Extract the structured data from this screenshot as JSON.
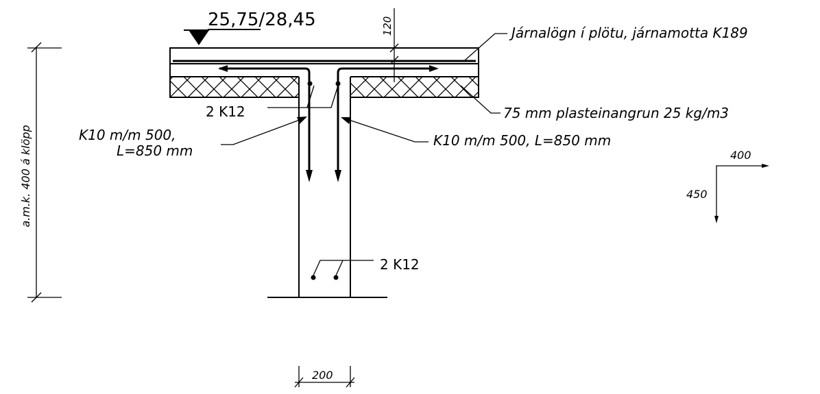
{
  "labels": {
    "elevation": "25,75/28,45",
    "slab_thickness": "120",
    "slab_reinforcement": "Járnalögn í plötu, járnamotta K189",
    "insulation": "75 mm plasteinangrun 25 kg/m3",
    "top_bars": "2 K12",
    "bottom_bars": "2 K12",
    "left_stirrup_line1": "K10 m/m 500,",
    "left_stirrup_line2": "L=850 mm",
    "right_stirrup": "K10 m/m 500,  L=850 mm",
    "bend_width": "400",
    "bend_height": "450",
    "wall_width": "200",
    "height_note": "a.m.k. 400 á klöpp"
  },
  "colors": {
    "line": "#000000",
    "background": "#ffffff"
  }
}
